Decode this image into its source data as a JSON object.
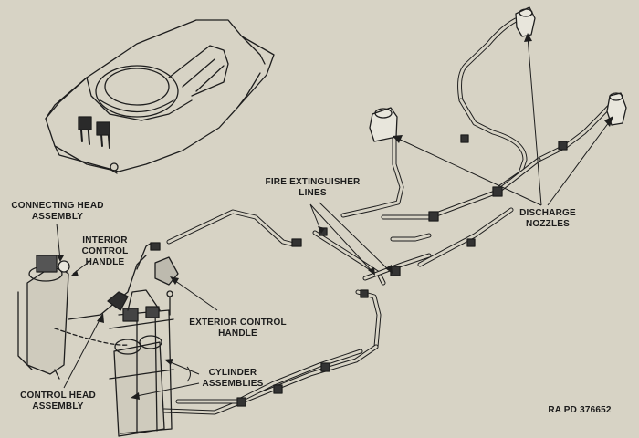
{
  "labels": {
    "connecting_head": "CONNECTING HEAD\nASSEMBLY",
    "interior_control": "INTERIOR\nCONTROL\nHANDLE",
    "fire_lines": "FIRE EXTINGUISHER\nLINES",
    "discharge": "DISCHARGE\nNOZZLES",
    "exterior_control": "EXTERIOR CONTROL\nHANDLE",
    "cylinder": "CYLINDER\nASSEMBLIES",
    "control_head": "CONTROL HEAD\nASSEMBLY",
    "ref": "RA PD 376652"
  }
}
